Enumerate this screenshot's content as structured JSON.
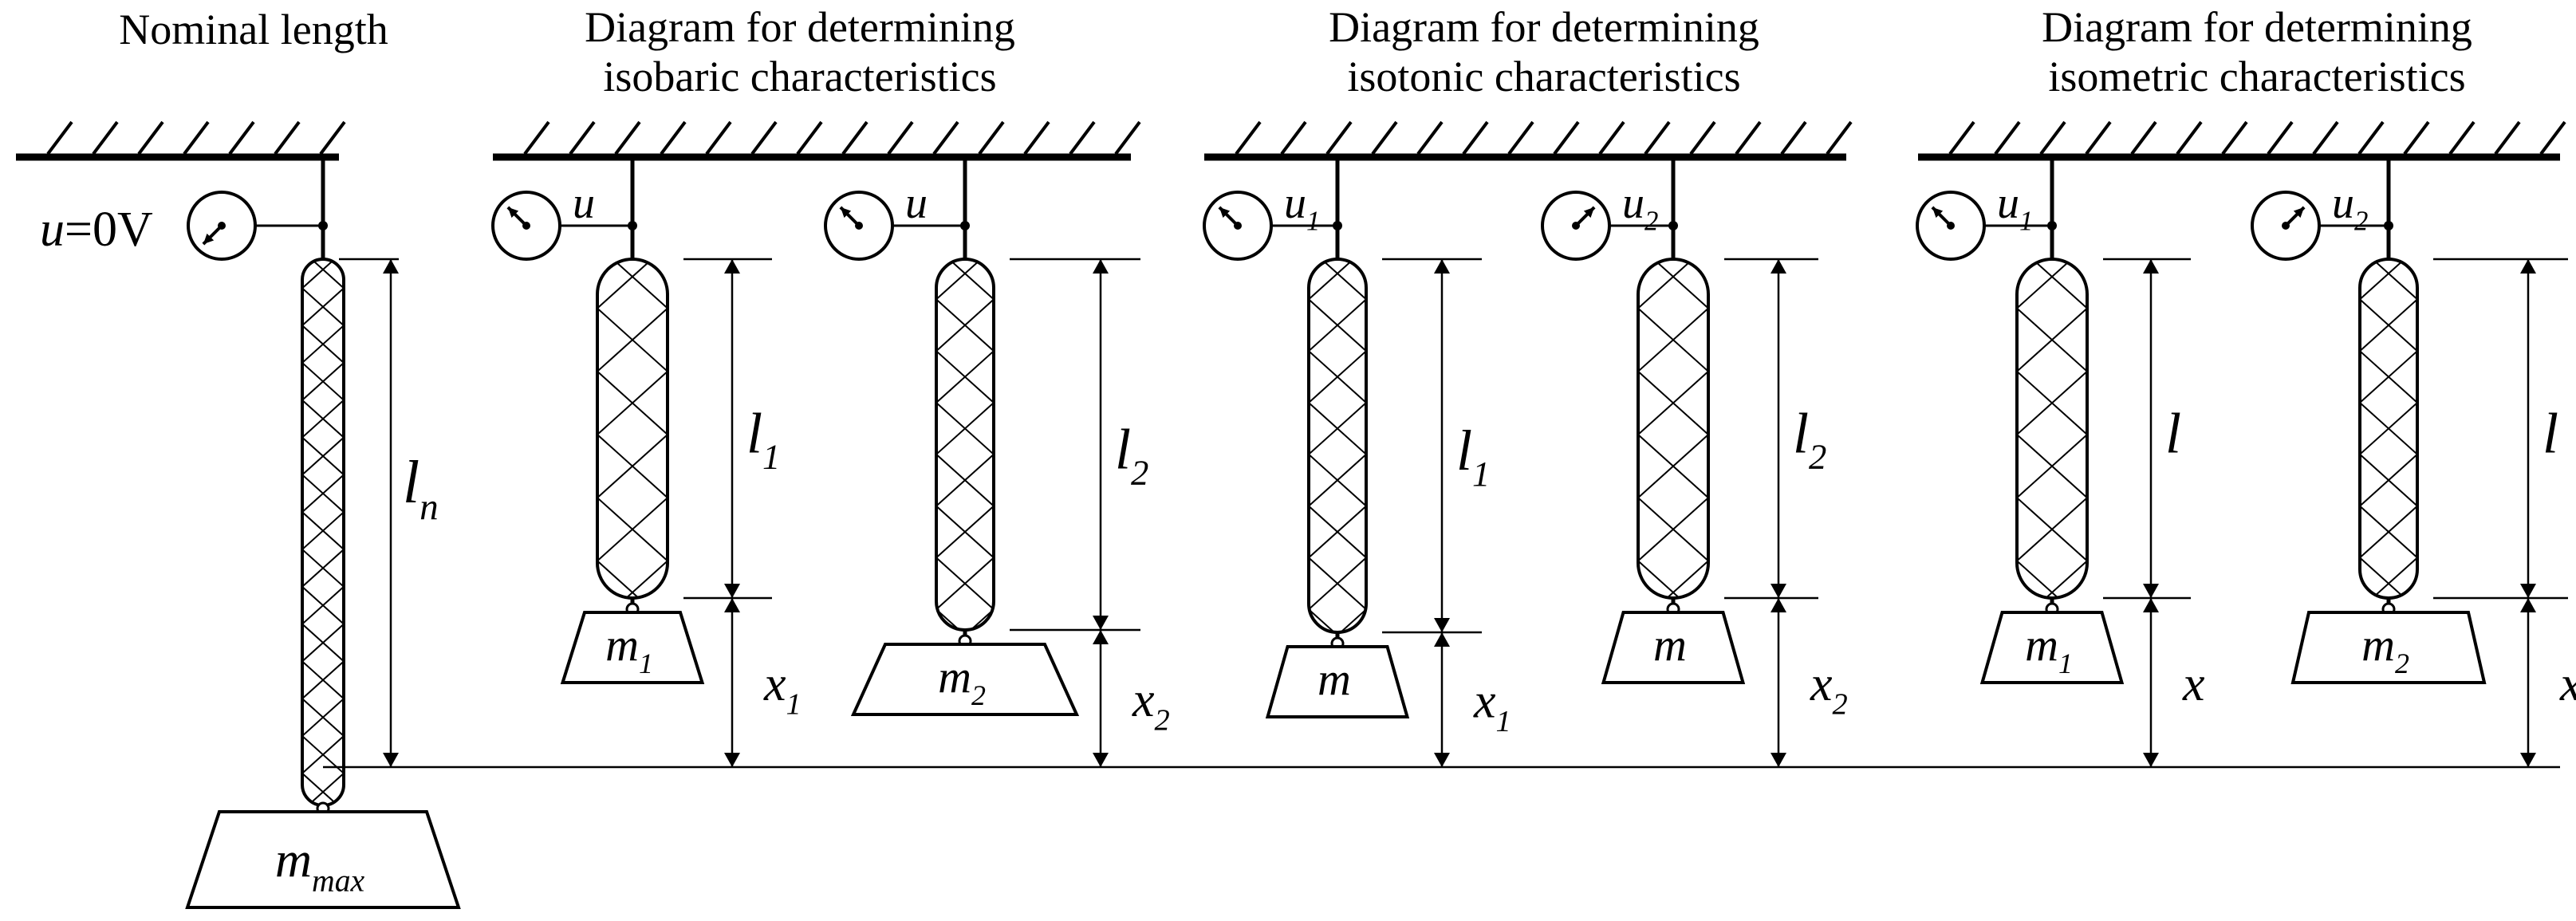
{
  "titles": {
    "nominal": "Nominal length",
    "isobaric": [
      "Diagram for determining",
      "isobaric characteristics"
    ],
    "isotonic": [
      "Diagram for determining",
      "isotonic characteristics"
    ],
    "isometric": [
      "Diagram for determining",
      "isometric characteristics"
    ]
  },
  "voltage_label": {
    "var": "u",
    "rest": "=0V"
  },
  "length_labels": {
    "nominal": {
      "main": "l",
      "sub": "n"
    },
    "isobaric_1": {
      "main": "l",
      "sub": "1"
    },
    "isobaric_2": {
      "main": "l",
      "sub": "2"
    },
    "isotonic_1": {
      "main": "l",
      "sub": "1"
    },
    "isotonic_2": {
      "main": "l",
      "sub": "2"
    },
    "isometric_1": {
      "main": "l",
      "sub": ""
    },
    "isometric_2": {
      "main": "l",
      "sub": ""
    }
  },
  "offset_labels": {
    "isobaric_1": {
      "main": "x",
      "sub": "1"
    },
    "isobaric_2": {
      "main": "x",
      "sub": "2"
    },
    "isotonic_1": {
      "main": "x",
      "sub": "1"
    },
    "isotonic_2": {
      "main": "x",
      "sub": "2"
    },
    "isometric_1": {
      "main": "x",
      "sub": ""
    },
    "isometric_2": {
      "main": "x",
      "sub": ""
    }
  },
  "mass_labels": {
    "nominal": {
      "main": "m",
      "sub": "max"
    },
    "isobaric_1": {
      "main": "m",
      "sub": "1"
    },
    "isobaric_2": {
      "main": "m",
      "sub": "2"
    },
    "isotonic_1": {
      "main": "m",
      "sub": ""
    },
    "isotonic_2": {
      "main": "m",
      "sub": ""
    },
    "isometric_1": {
      "main": "m",
      "sub": "1"
    },
    "isometric_2": {
      "main": "m",
      "sub": "2"
    }
  },
  "source_labels": {
    "isobaric_1": {
      "main": "u",
      "sub": ""
    },
    "isobaric_2": {
      "main": "u",
      "sub": ""
    },
    "isotonic_1": {
      "main": "u",
      "sub": "1"
    },
    "isotonic_2": {
      "main": "u",
      "sub": "2"
    },
    "isometric_1": {
      "main": "u",
      "sub": "1"
    },
    "isometric_2": {
      "main": "u",
      "sub": "2"
    }
  }
}
